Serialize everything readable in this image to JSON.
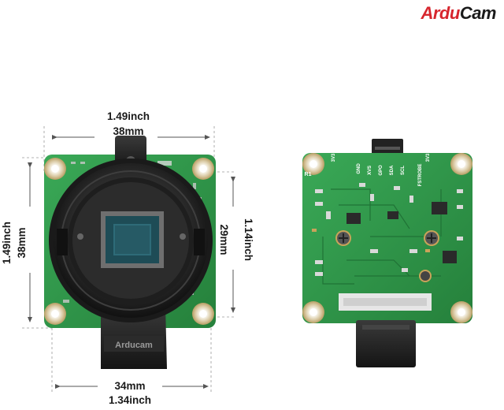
{
  "brand": {
    "part1": "Ardu",
    "part2": "Cam",
    "accent_color": "#d7262e"
  },
  "lens_mount_text": "Arducam",
  "dimensions": {
    "top_width_inch": "1.49inch",
    "top_width_mm": "38mm",
    "left_height_inch": "1.49inch",
    "left_height_mm": "38mm",
    "right_hole_inch": "1.14inch",
    "right_hole_mm": "29mm",
    "bottom_hole_mm": "34mm",
    "bottom_hole_inch": "1.34inch"
  },
  "board_back_labels": {
    "pins": [
      "GND",
      "XVS",
      "GPO",
      "SDA",
      "SCL",
      "FSTROBE"
    ],
    "top_left": "3V3",
    "top_right": "3V3",
    "corner_marker": "R1"
  },
  "colors": {
    "pcb_green": "#2f9a4a",
    "sensor_glass": "#2e6b78",
    "lens_mount_black": "#1e1e1e",
    "mounting_hole_gold": "#d9c9a3"
  },
  "icons": [
    "arducam-logo",
    "camera-sensor",
    "ribbon-connector",
    "mounting-hole"
  ]
}
